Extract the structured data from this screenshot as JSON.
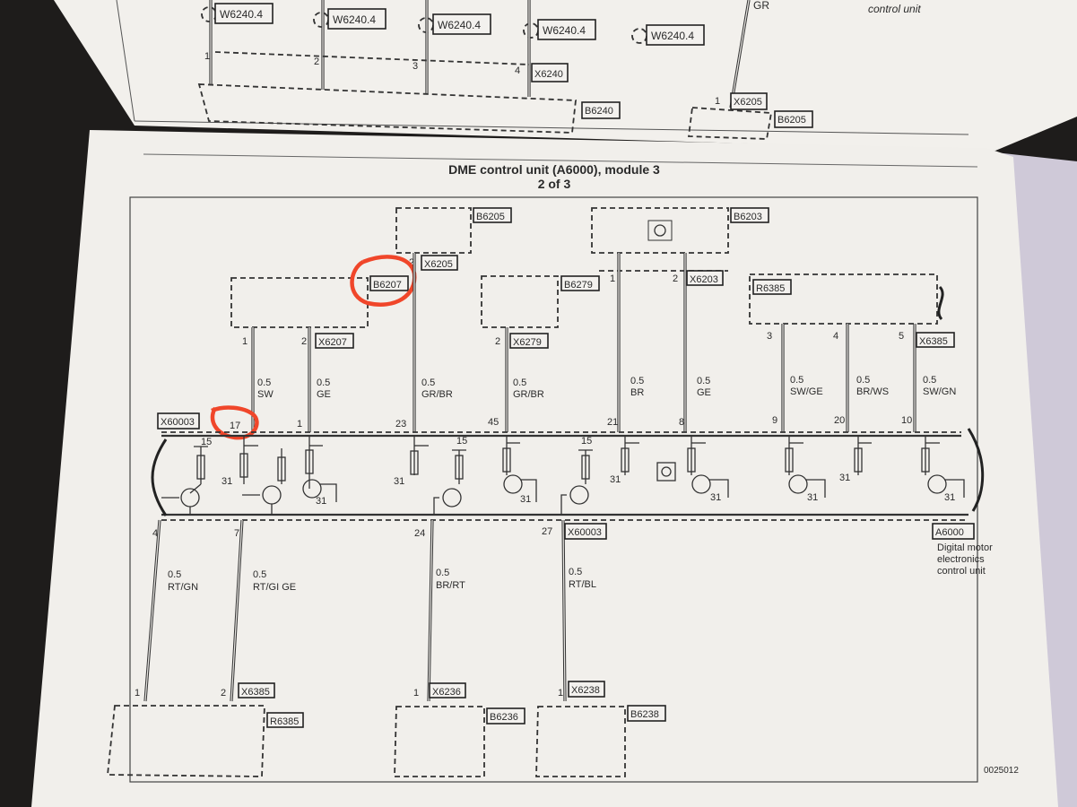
{
  "upper_page": {
    "splice_labels": [
      "W6240.4",
      "W6240.4",
      "W6240.4",
      "W6240.4",
      "W6240.4"
    ],
    "pins": [
      "1",
      "2",
      "3",
      "4"
    ],
    "connector_x6240": "X6240",
    "component_b6240": "B6240",
    "wire_color_gr": "GR",
    "pin_x6205": "1",
    "connector_x6205": "X6205",
    "component_b6205": "B6205",
    "caption": "control unit"
  },
  "diagram": {
    "title": "DME control unit (A6000), module 3",
    "subtitle": "2 of 3",
    "figure_number": "0025012",
    "top_components": {
      "b6205": "B6205",
      "x6205": "X6205",
      "x6205_pin": "2",
      "b6203": "B6203",
      "x6203": "X6203",
      "x6203_pin1": "1",
      "x6203_pin2": "2",
      "b6207": "B6207",
      "x6207": "X6207",
      "b6207_pin1": "1",
      "b6207_pin2": "2",
      "b6279": "B6279",
      "x6279": "X6279",
      "b6279_pin": "2",
      "r6385": "R6385",
      "x6385": "X6385",
      "r6385_pin3": "3",
      "r6385_pin4": "4",
      "r6385_pin5": "5"
    },
    "upper_wires": [
      {
        "size": "0.5",
        "color": "SW",
        "pin": "17"
      },
      {
        "size": "0.5",
        "color": "GE",
        "pin": "1"
      },
      {
        "size": "0.5",
        "color": "GR/BR",
        "pin": "23"
      },
      {
        "size": "0.5",
        "color": "GR/BR",
        "pin": "45"
      },
      {
        "size": "0.5",
        "color": "BR",
        "pin": "21"
      },
      {
        "size": "0.5",
        "color": "GE",
        "pin": "8"
      },
      {
        "size": "0.5",
        "color": "SW/GE",
        "pin": "9"
      },
      {
        "size": "0.5",
        "color": "BR/WS",
        "pin": "20"
      },
      {
        "size": "0.5",
        "color": "SW/GN",
        "pin": "10"
      }
    ],
    "control_unit_connector": "X60003",
    "internal_labels": {
      "t15": "15",
      "t31": "31"
    },
    "lower_wires": [
      {
        "size": "0.5",
        "color": "RT/GN",
        "pin": "4",
        "end_pin": "1"
      },
      {
        "size": "0.5",
        "color": "RT/GI GE",
        "pin": "7",
        "end_pin": "2"
      },
      {
        "size": "0.5",
        "color": "BR/RT",
        "pin": "24",
        "end_pin": "1"
      },
      {
        "size": "0.5",
        "color": "RT/BL",
        "pin": "27",
        "end_pin": "1"
      }
    ],
    "control_unit": {
      "id": "A6000",
      "description_lines": [
        "Digital motor",
        "electronics",
        "control unit"
      ]
    },
    "bottom_components": {
      "x6385": "X6385",
      "r6385": "R6385",
      "x6236": "X6236",
      "b6236": "B6236",
      "x6238": "X6238",
      "b6238": "B6238"
    },
    "annotation_color": "#f0462a"
  }
}
